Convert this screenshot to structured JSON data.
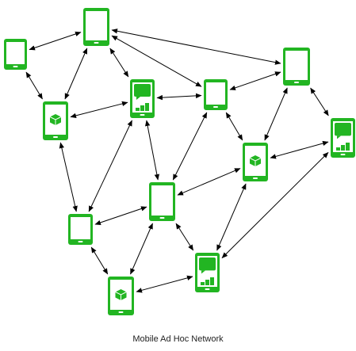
{
  "caption": "Mobile Ad Hoc Network",
  "colors": {
    "device_green": "#22b522",
    "screen_fill": "#ffffff",
    "edge": "#000000"
  },
  "nodes": [
    {
      "id": "top-phone",
      "variant": "plain",
      "icon": "smartphone-icon"
    },
    {
      "id": "left-small-phone",
      "variant": "plain",
      "icon": "smartphone-icon"
    },
    {
      "id": "upper-right-phone",
      "variant": "plain",
      "icon": "smartphone-icon"
    },
    {
      "id": "center-top-small-phone",
      "variant": "plain",
      "icon": "smartphone-icon"
    },
    {
      "id": "left-app-phone",
      "variant": "app",
      "icon": "app-cube-icon"
    },
    {
      "id": "chat-stats-phone-1",
      "variant": "chat-stats",
      "icon": "chat-stats-icon"
    },
    {
      "id": "chat-stats-phone-2",
      "variant": "chat-stats",
      "icon": "chat-stats-icon"
    },
    {
      "id": "right-app-phone",
      "variant": "app",
      "icon": "app-cube-icon"
    },
    {
      "id": "center-phone",
      "variant": "plain",
      "icon": "smartphone-icon"
    },
    {
      "id": "lower-left-small-phone",
      "variant": "plain",
      "icon": "smartphone-icon"
    },
    {
      "id": "bottom-chat-stats-phone",
      "variant": "chat-stats",
      "icon": "chat-stats-icon"
    },
    {
      "id": "bottom-app-phone",
      "variant": "app",
      "icon": "app-cube-icon"
    }
  ],
  "links": [
    [
      "top-phone",
      "upper-right-phone"
    ],
    [
      "top-phone",
      "left-small-phone"
    ],
    [
      "top-phone",
      "left-app-phone"
    ],
    [
      "top-phone",
      "chat-stats-phone-1"
    ],
    [
      "top-phone",
      "center-top-small-phone"
    ],
    [
      "left-small-phone",
      "left-app-phone"
    ],
    [
      "left-app-phone",
      "chat-stats-phone-1"
    ],
    [
      "left-app-phone",
      "lower-left-small-phone"
    ],
    [
      "chat-stats-phone-1",
      "center-top-small-phone"
    ],
    [
      "chat-stats-phone-1",
      "center-phone"
    ],
    [
      "chat-stats-phone-1",
      "lower-left-small-phone"
    ],
    [
      "center-top-small-phone",
      "upper-right-phone"
    ],
    [
      "center-top-small-phone",
      "center-phone"
    ],
    [
      "center-top-small-phone",
      "right-app-phone"
    ],
    [
      "upper-right-phone",
      "right-app-phone"
    ],
    [
      "upper-right-phone",
      "chat-stats-phone-2"
    ],
    [
      "right-app-phone",
      "chat-stats-phone-2"
    ],
    [
      "right-app-phone",
      "center-phone"
    ],
    [
      "right-app-phone",
      "bottom-chat-stats-phone"
    ],
    [
      "chat-stats-phone-2",
      "bottom-chat-stats-phone"
    ],
    [
      "center-phone",
      "lower-left-small-phone"
    ],
    [
      "center-phone",
      "bottom-app-phone"
    ],
    [
      "center-phone",
      "bottom-chat-stats-phone"
    ],
    [
      "lower-left-small-phone",
      "bottom-app-phone"
    ],
    [
      "bottom-app-phone",
      "bottom-chat-stats-phone"
    ]
  ]
}
